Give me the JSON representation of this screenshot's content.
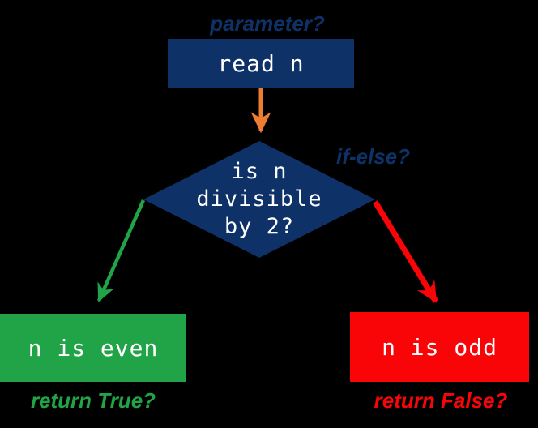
{
  "diagram": {
    "type": "flowchart",
    "topic": "even-odd check with if-else",
    "background": "#000000"
  },
  "colors": {
    "navy": "#0E3167",
    "orange_arrow": "#ED7D31",
    "green": "#21A447",
    "red": "#FA0507",
    "shape_text": "#FFFFFF"
  },
  "nodes": {
    "read": {
      "label": "read n",
      "shape": "rectangle",
      "color": "#0E3167"
    },
    "decision": {
      "lines": [
        "is n",
        "divisible",
        "by 2?"
      ],
      "shape": "diamond",
      "color": "#0E3167"
    },
    "even": {
      "label": "n is even",
      "shape": "rectangle",
      "color": "#21A447"
    },
    "odd": {
      "label": "n is odd",
      "shape": "rectangle",
      "color": "#FA0507"
    }
  },
  "annotations": {
    "parameter": "parameter?",
    "if_else": "if-else?",
    "return_true": "return True?",
    "return_false": "return False?"
  },
  "edges": [
    {
      "from": "read",
      "to": "decision",
      "color": "#ED7D31"
    },
    {
      "from": "decision",
      "to": "even",
      "color": "#21A447"
    },
    {
      "from": "decision",
      "to": "odd",
      "color": "#FA0507"
    }
  ]
}
